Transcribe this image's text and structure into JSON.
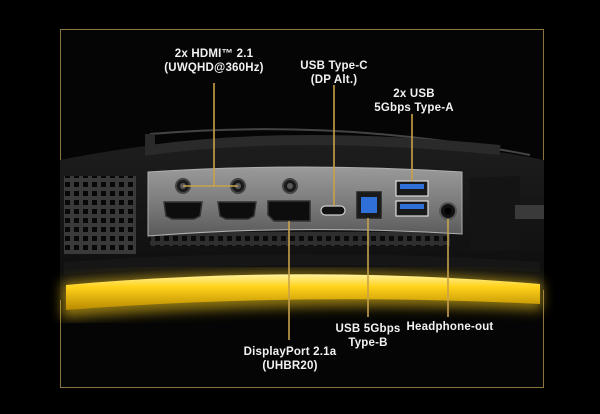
{
  "labels": {
    "hdmi": {
      "line1": "2x HDMI™ 2.1",
      "line2": "(UWQHD@360Hz)"
    },
    "usb_c": {
      "line1": "USB Type-C",
      "line2": "(DP Alt.)"
    },
    "usb_a": {
      "line1": "2x USB",
      "line2": "5Gbps Type-A"
    },
    "displayport": {
      "line1": "DisplayPort 2.1a",
      "line2": "(UHBR20)"
    },
    "usb_b": {
      "line1": "USB 5Gbps",
      "line2": "Type-B"
    },
    "headphone": {
      "line1": "Headphone-out"
    }
  },
  "colors": {
    "accent_gold": "#c8a24a",
    "light_bar": "#ffd21a",
    "frame_border": "#8a7440"
  }
}
